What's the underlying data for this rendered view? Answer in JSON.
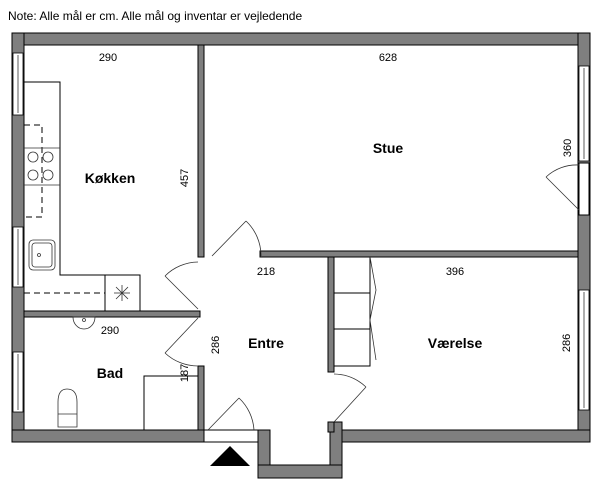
{
  "note": "Note: Alle mål er cm. Alle mål og inventar er vejledende",
  "rooms": {
    "kitchen": {
      "label": "Køkken",
      "width": "290",
      "depth": "457"
    },
    "living": {
      "label": "Stue",
      "width": "628",
      "depth": "360"
    },
    "hall": {
      "label": "Entre",
      "width": "218",
      "depth": "286"
    },
    "bedroom": {
      "label": "Værelse",
      "width": "396",
      "depth": "286"
    },
    "bath": {
      "label": "Bad",
      "width": "290",
      "depth": "187"
    }
  },
  "icons": [
    "entrance-arrow-icon",
    "stove-icon",
    "sink-icon",
    "toilet-icon",
    "washbasin-icon",
    "vent-icon"
  ],
  "colors": {
    "wall": "#7f7f7f",
    "line": "#000000"
  }
}
